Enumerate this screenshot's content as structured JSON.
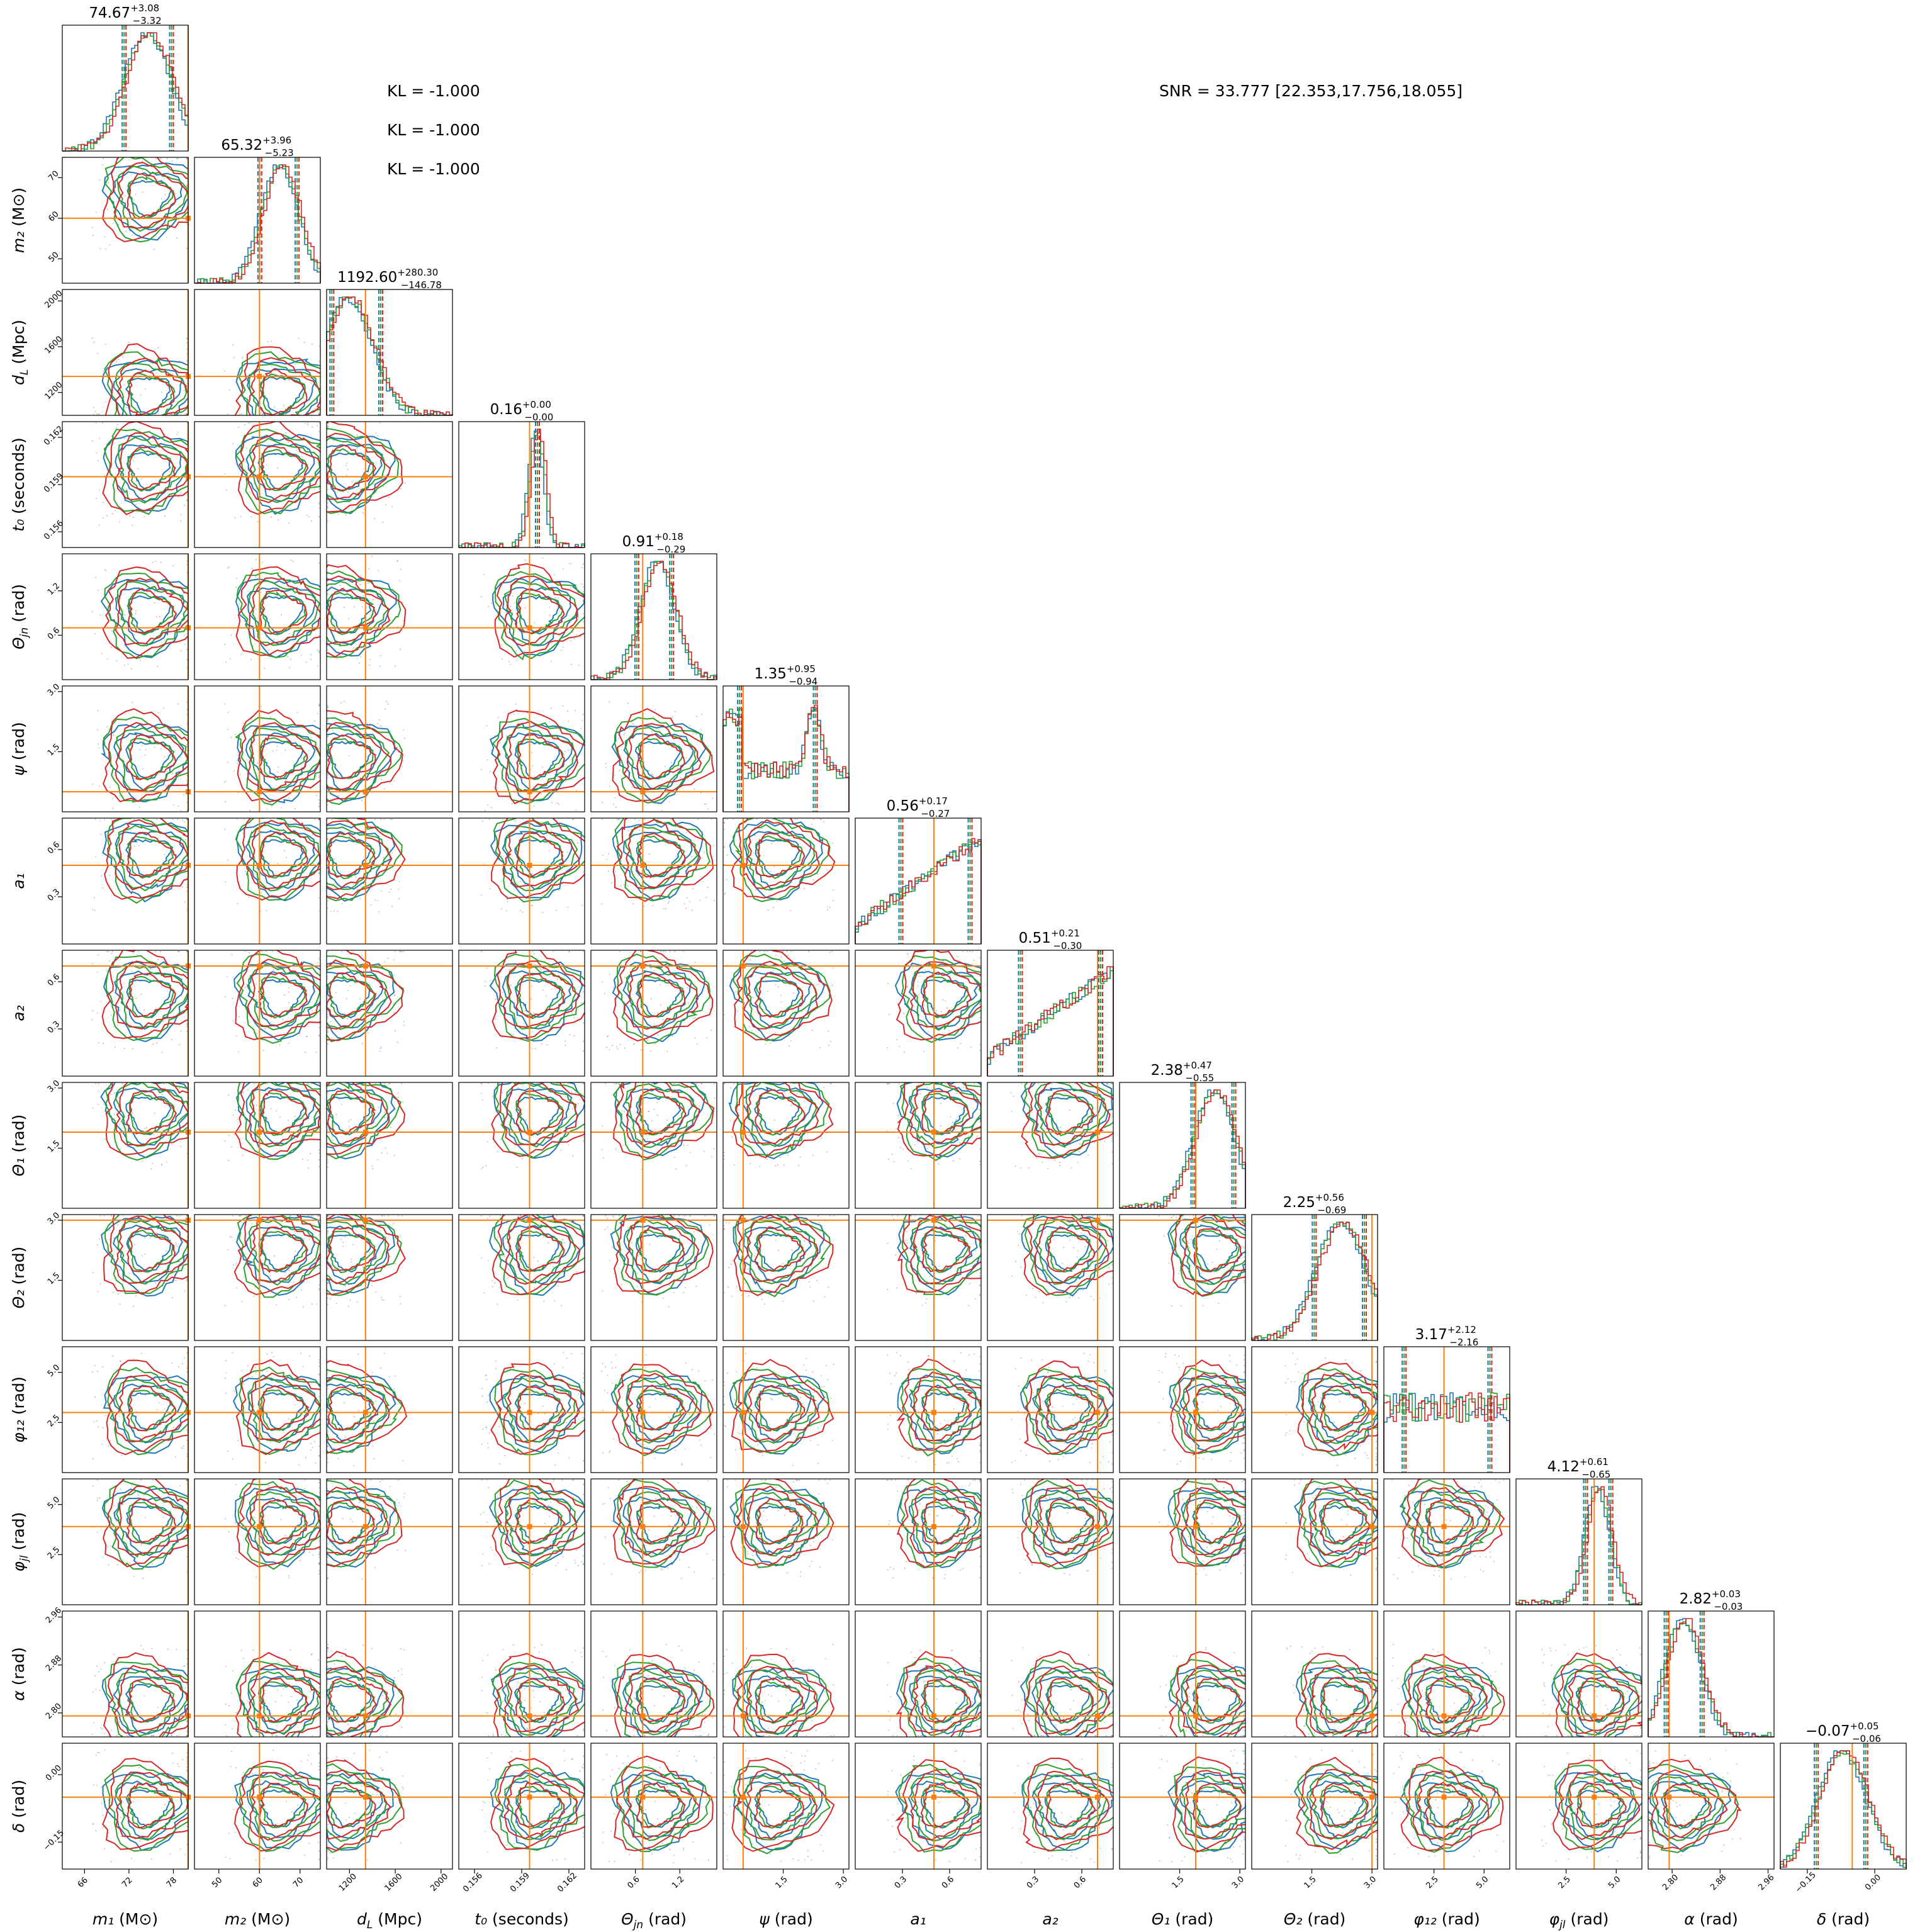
{
  "annotations": {
    "kl": [
      "KL = -1.000",
      "KL = -1.000",
      "KL = -1.000"
    ],
    "snr": "SNR = 33.777 [22.353,17.756,18.055]"
  },
  "chart_data": {
    "type": "corner",
    "colors": {
      "series": [
        "#1f77b4",
        "#2ca02c",
        "#d62728"
      ],
      "truth": "#ff7f0e",
      "frame": "#000000"
    },
    "parameters": [
      {
        "label": "m₁ (M⊙)",
        "ticks": [
          "66",
          "72",
          "78"
        ],
        "range": [
          63,
          80
        ],
        "truth": 80,
        "median": 74.67,
        "plus": "+3.08",
        "minus": "−3.32",
        "title_main": "74.67"
      },
      {
        "label": "m₂ (M⊙)",
        "ticks": [
          "50",
          "60",
          "70"
        ],
        "range": [
          44,
          75
        ],
        "truth": 60,
        "median": 65.32,
        "plus": "+3.96",
        "minus": "−5.23",
        "title_main": "65.32"
      },
      {
        "label": "d_L (Mpc)",
        "ticks": [
          "1200",
          "1600",
          "2000"
        ],
        "range": [
          1000,
          2100
        ],
        "truth": 1340,
        "median": 1192.6,
        "plus": "+280.30",
        "minus": "−146.78",
        "title_main": "1192.60"
      },
      {
        "label": "t₀ (seconds)",
        "ticks": [
          "0.156",
          "0.159",
          "0.162"
        ],
        "range": [
          0.155,
          0.163
        ],
        "truth": 0.1595,
        "median": 0.16,
        "plus": "+0.00",
        "minus": "−0.00",
        "title_main": "0.16"
      },
      {
        "label": "Θ_jn (rad)",
        "ticks": [
          "0.6",
          "1.2"
        ],
        "range": [
          0.0,
          1.7
        ],
        "truth": 0.7,
        "median": 0.91,
        "plus": "+0.18",
        "minus": "−0.29",
        "title_main": "0.91"
      },
      {
        "label": "ψ (rad)",
        "ticks": [
          "1.5",
          "3.0"
        ],
        "range": [
          0.0,
          3.14
        ],
        "truth": 0.5,
        "median": 1.35,
        "plus": "+0.95",
        "minus": "−0.94",
        "title_main": "1.35"
      },
      {
        "label": "a₁",
        "ticks": [
          "0.3",
          "0.6"
        ],
        "range": [
          0.0,
          0.8
        ],
        "truth": 0.5,
        "median": 0.56,
        "plus": "+0.17",
        "minus": "−0.27",
        "title_main": "0.56"
      },
      {
        "label": "a₂",
        "ticks": [
          "0.3",
          "0.6"
        ],
        "range": [
          0.0,
          0.8
        ],
        "truth": 0.7,
        "median": 0.51,
        "plus": "+0.21",
        "minus": "−0.30",
        "title_main": "0.51"
      },
      {
        "label": "Θ₁ (rad)",
        "ticks": [
          "1.5",
          "3.0"
        ],
        "range": [
          0.0,
          3.14
        ],
        "truth": 1.9,
        "median": 2.38,
        "plus": "+0.47",
        "minus": "−0.55",
        "title_main": "2.38"
      },
      {
        "label": "Θ₂ (rad)",
        "ticks": [
          "1.5",
          "3.0"
        ],
        "range": [
          0.0,
          3.14
        ],
        "truth": 3.0,
        "median": 2.25,
        "plus": "+0.56",
        "minus": "−0.69",
        "title_main": "2.25"
      },
      {
        "label": "φ₁₂ (rad)",
        "ticks": [
          "2.5",
          "5.0"
        ],
        "range": [
          0.0,
          6.28
        ],
        "truth": 3.0,
        "median": 3.17,
        "plus": "+2.12",
        "minus": "−2.16",
        "title_main": "3.17"
      },
      {
        "label": "φ_jl (rad)",
        "ticks": [
          "2.5",
          "5.0"
        ],
        "range": [
          0.0,
          6.28
        ],
        "truth": 3.9,
        "median": 4.12,
        "plus": "+0.61",
        "minus": "−0.65",
        "title_main": "4.12"
      },
      {
        "label": "α (rad)",
        "ticks": [
          "2.80",
          "2.88",
          "2.96"
        ],
        "range": [
          2.76,
          2.97
        ],
        "truth": 2.795,
        "median": 2.82,
        "plus": "+0.03",
        "minus": "−0.03",
        "title_main": "2.82"
      },
      {
        "label": "δ (rad)",
        "ticks": [
          "−0.15",
          "0.00"
        ],
        "range": [
          -0.21,
          0.07
        ],
        "truth": -0.05,
        "median": -0.07,
        "plus": "+0.05",
        "minus": "−0.06",
        "title_main": "−0.07"
      }
    ]
  }
}
